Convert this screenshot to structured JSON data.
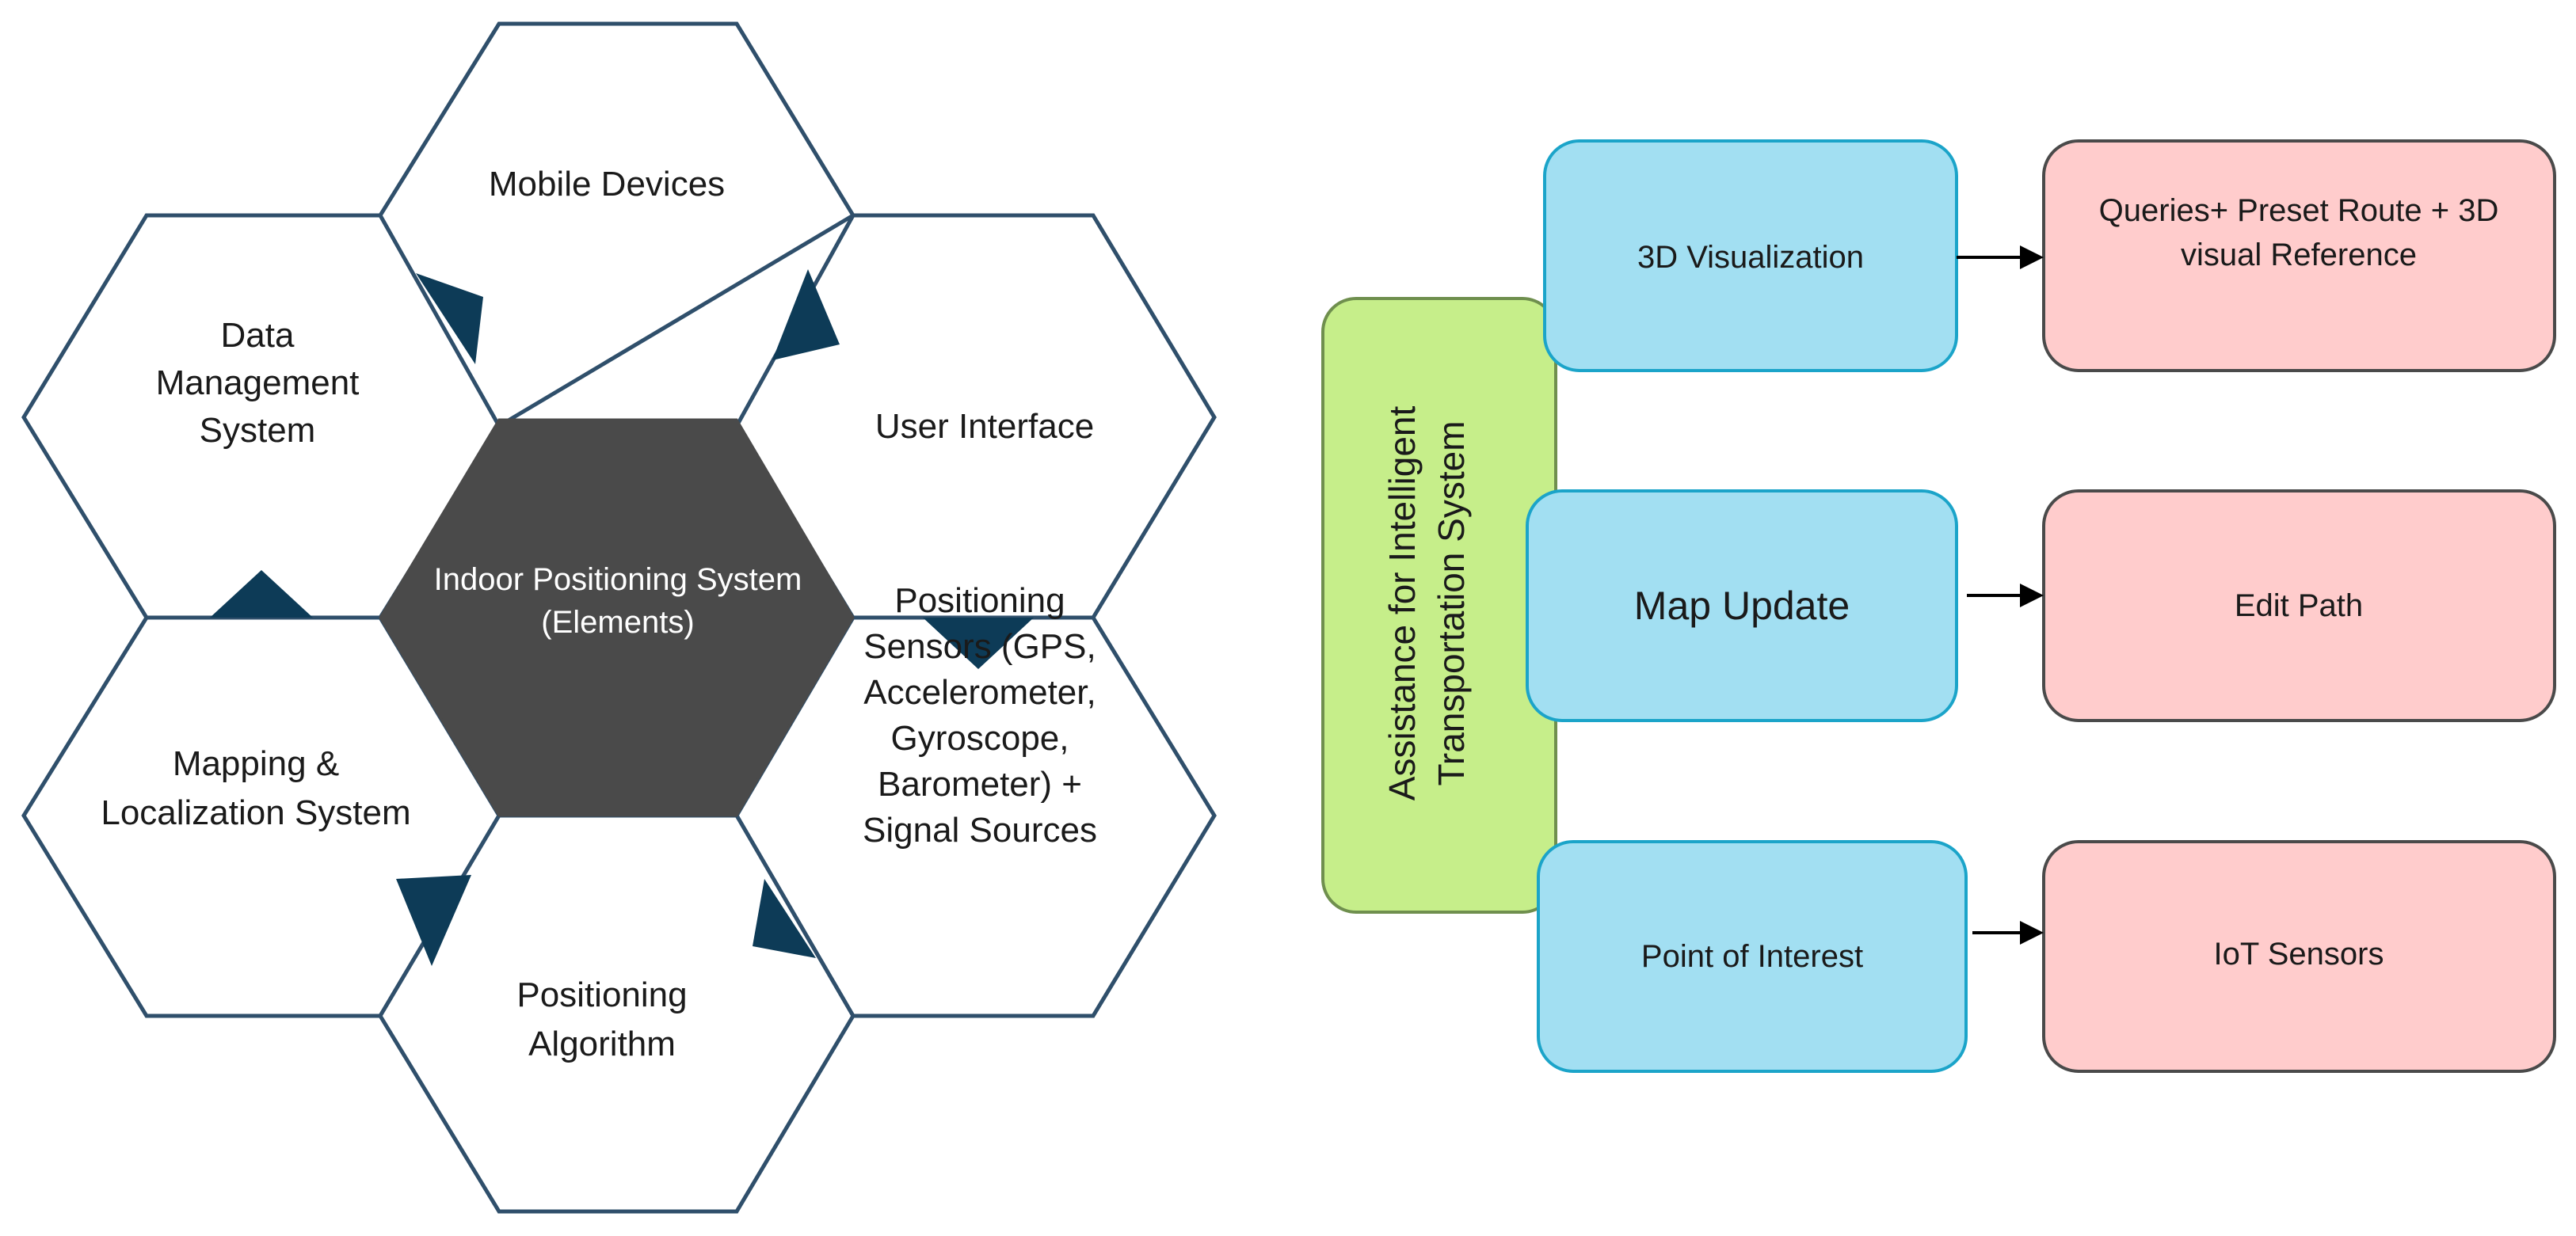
{
  "hexagons": {
    "center": [
      "Indoor Positioning System",
      "(Elements)"
    ],
    "top": [
      "Mobile Devices"
    ],
    "upper_left": [
      "Data",
      "Management",
      "System"
    ],
    "upper_right": [
      "User Interface"
    ],
    "lower_left": [
      "Mapping &",
      "Localization System"
    ],
    "lower_right": [
      "Positioning",
      "Sensors (GPS,",
      "Accelerometer,",
      "Gyroscope,",
      "Barometer) +",
      "Signal Sources"
    ],
    "bottom": [
      "Positioning",
      "Algorithm"
    ]
  },
  "flow": {
    "root": [
      "Assistance for Intelligent",
      "Transportation System"
    ],
    "features": [
      {
        "label": [
          "3D Visualization"
        ],
        "result": [
          "Queries+ Preset Route + 3D",
          "visual Reference"
        ]
      },
      {
        "label": [
          "Map Update"
        ],
        "result": [
          "Edit Path"
        ]
      },
      {
        "label": [
          "Point of Interest"
        ],
        "result": [
          "IoT Sensors"
        ]
      }
    ]
  },
  "colors": {
    "hex_stroke": "#2f4f6b",
    "center_fill": "#4a4a4a",
    "connector_fill": "#0d3b57",
    "root_fill": "#c6ee8a",
    "root_stroke": "#6f8f4e",
    "feature_fill": "#a2dff2",
    "feature_stroke": "#1ba4c9",
    "result_fill": "#ffcccc",
    "result_stroke": "#4a4a4a"
  }
}
